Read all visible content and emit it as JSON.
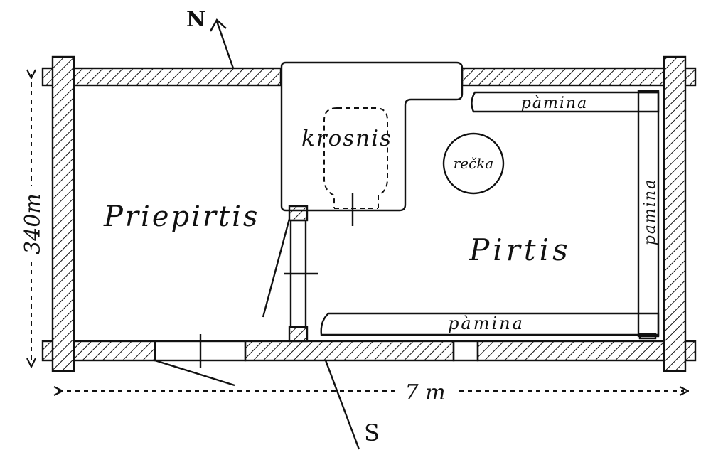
{
  "compass": {
    "north": "N",
    "south": "S"
  },
  "rooms": {
    "anteroom": "Priepirtis",
    "sauna": "Pirtis"
  },
  "stove": "krosnis",
  "bucket": "rečka",
  "benches": {
    "top": "pàmina",
    "right": "pamina",
    "bottom": "pàmina"
  },
  "dimensions": {
    "height": "340m",
    "width": "7 m"
  }
}
